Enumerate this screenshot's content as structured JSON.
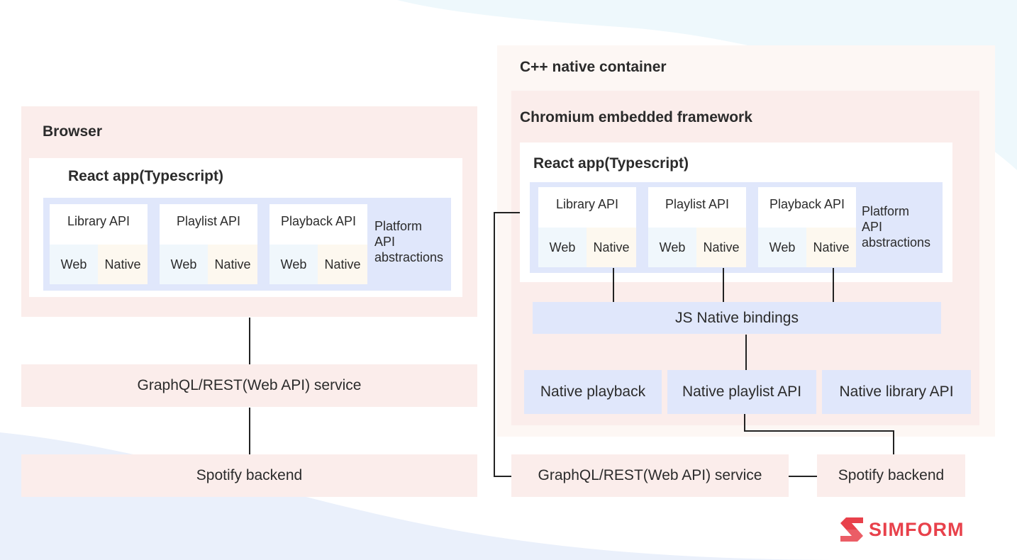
{
  "left": {
    "browser_title": "Browser",
    "react_title": "React app(Typescript)",
    "apis": [
      {
        "name": "Library API",
        "web": "Web",
        "native": "Native"
      },
      {
        "name": "Playlist API",
        "web": "Web",
        "native": "Native"
      },
      {
        "name": "Playback API",
        "web": "Web",
        "native": "Native"
      }
    ],
    "platform_label": [
      "Platform",
      "API",
      "abstractions"
    ],
    "service": "GraphQL/REST(Web API) service",
    "backend": "Spotify backend"
  },
  "right": {
    "container_title": "C++ native container",
    "cef_title": "Chromium embedded framework",
    "react_title": "React app(Typescript)",
    "apis": [
      {
        "name": "Library API",
        "web": "Web",
        "native": "Native"
      },
      {
        "name": "Playlist API",
        "web": "Web",
        "native": "Native"
      },
      {
        "name": "Playback API",
        "web": "Web",
        "native": "Native"
      }
    ],
    "platform_label": [
      "Platform",
      "API",
      "abstractions"
    ],
    "js_bindings": "JS Native bindings",
    "natives": [
      "Native playback",
      "Native playlist API",
      "Native library API"
    ],
    "service": "GraphQL/REST(Web API) service",
    "backend": "Spotify backend"
  },
  "brand": {
    "name": "SIMFORM",
    "color": "#e8414b"
  },
  "colors": {
    "pink": "#fbedeb",
    "blue": "#e0e7fb",
    "web_cell": "#f0f7fc",
    "native_cell": "#fdf8ef"
  }
}
